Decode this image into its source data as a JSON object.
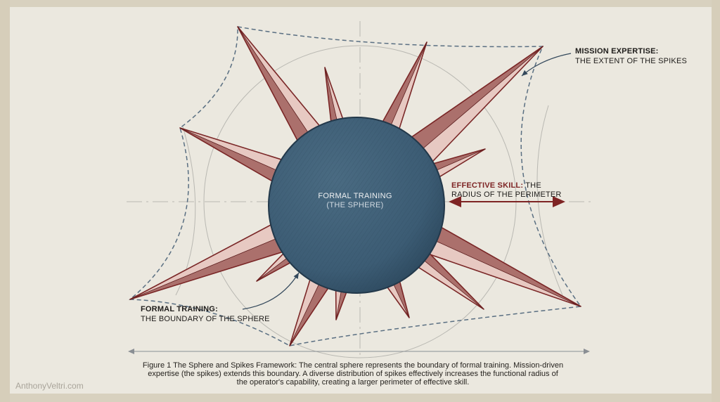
{
  "colors": {
    "paper": "#ebe8df",
    "sphere": "#3f6179",
    "spike": "#7a2727",
    "dash": "#5a6f82",
    "ink": "#1e1c1a"
  },
  "labels": {
    "mission_title": "MISSION EXPERTISE:",
    "mission_text": "THE EXTENT OF THE SPIKES",
    "effective_title": "EFFECTIVE SKILL:",
    "effective_text_1": "THE",
    "effective_text_2": "RADIUS OF THE PERIMETER",
    "formal_title": "FORMAL TRAINING:",
    "formal_text": "THE BOUNDARY OF THE SPHERE",
    "sphere_title": "FORMAL TRAINING",
    "sphere_subtitle": "(THE SPHERE)"
  },
  "caption": {
    "line1": "Figure 1 The Sphere and Spikes Framework: The central sphere represents the boundary of formal training. Mission-driven",
    "line2": "expertise (the spikes) extends this boundary. A diverse distribution of spikes effectively increases the functional radius of",
    "line3": "the operator's capability, creating a larger perimeter of effective skill."
  },
  "watermark": "AnthonyVeltri.com"
}
